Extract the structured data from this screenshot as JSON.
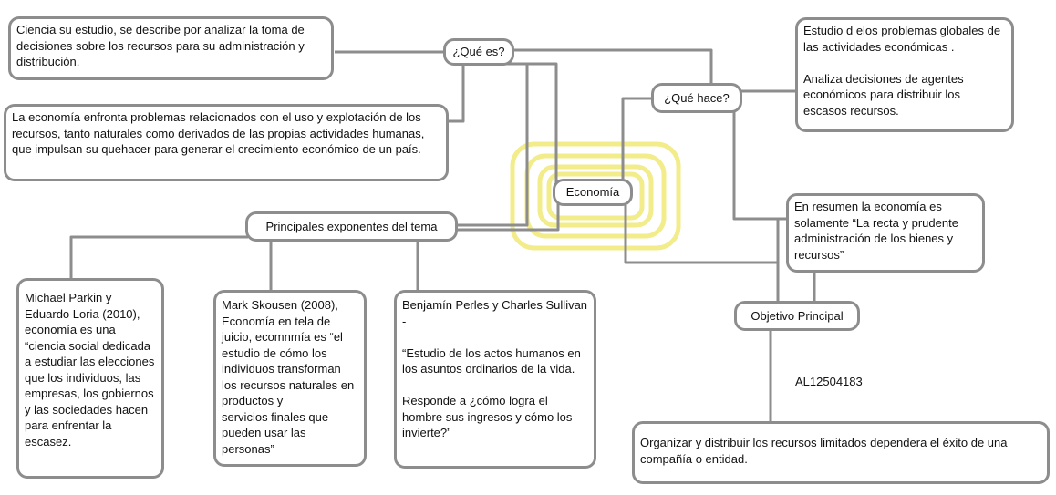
{
  "colors": {
    "connector": "#8d8d8d",
    "highlight": "#f2ec8a"
  },
  "center": {
    "label": "Economía"
  },
  "que_es": {
    "label": "¿Qué es?",
    "definition": "Ciencia  su estudio, se  describe por analizar la toma de decisiones sobre los recursos para su administración y distribución.",
    "problems": "La economía enfronta  problemas relacionados con el uso y explotación de los recursos, tanto naturales como derivados de las propias actividades humanas, que impulsan su quehacer para generar el crecimiento económico de un país."
  },
  "que_hace": {
    "label": "¿Qué  hace?",
    "text": "Estudio d elos  problemas globales de las  actividades económicas .\n\nAnaliza decisiones de agentes económicos  para distribuir los escasos recursos."
  },
  "resumen": {
    "text": "En  resumen la economía  es solamente  “La recta y prudente administración de los bienes y recursos”"
  },
  "objetivo": {
    "label": "Objetivo Principal",
    "code": "AL12504183",
    "text": "Organizar y  distribuir   los recursos limitados dependera el éxito de una compañía  o entidad."
  },
  "exponentes": {
    "label": "Principales  exponentes  del  tema",
    "items": [
      {
        "text": " Michael Parkin y Eduardo Loria (2010), economía es una “ciencia social dedicada a estudiar las elecciones que los individuos, las empresas, los gobiernos y las sociedades hacen para enfrentar la escasez."
      },
      {
        "text": "Mark Skousen (2008), Economía en tela de juicio, ecomnmía es “el estudio de cómo los individuos transforman los recursos naturales en productos y\nservicios finales que pueden usar las personas”"
      },
      {
        "text": " Benjamín Perles y Charles Sullivan -\n\n “Estudio de los actos humanos en los asuntos ordinarios de la vida.\n\n Responde a  ¿cómo logra el hombre sus ingresos y cómo los invierte?”"
      }
    ]
  }
}
